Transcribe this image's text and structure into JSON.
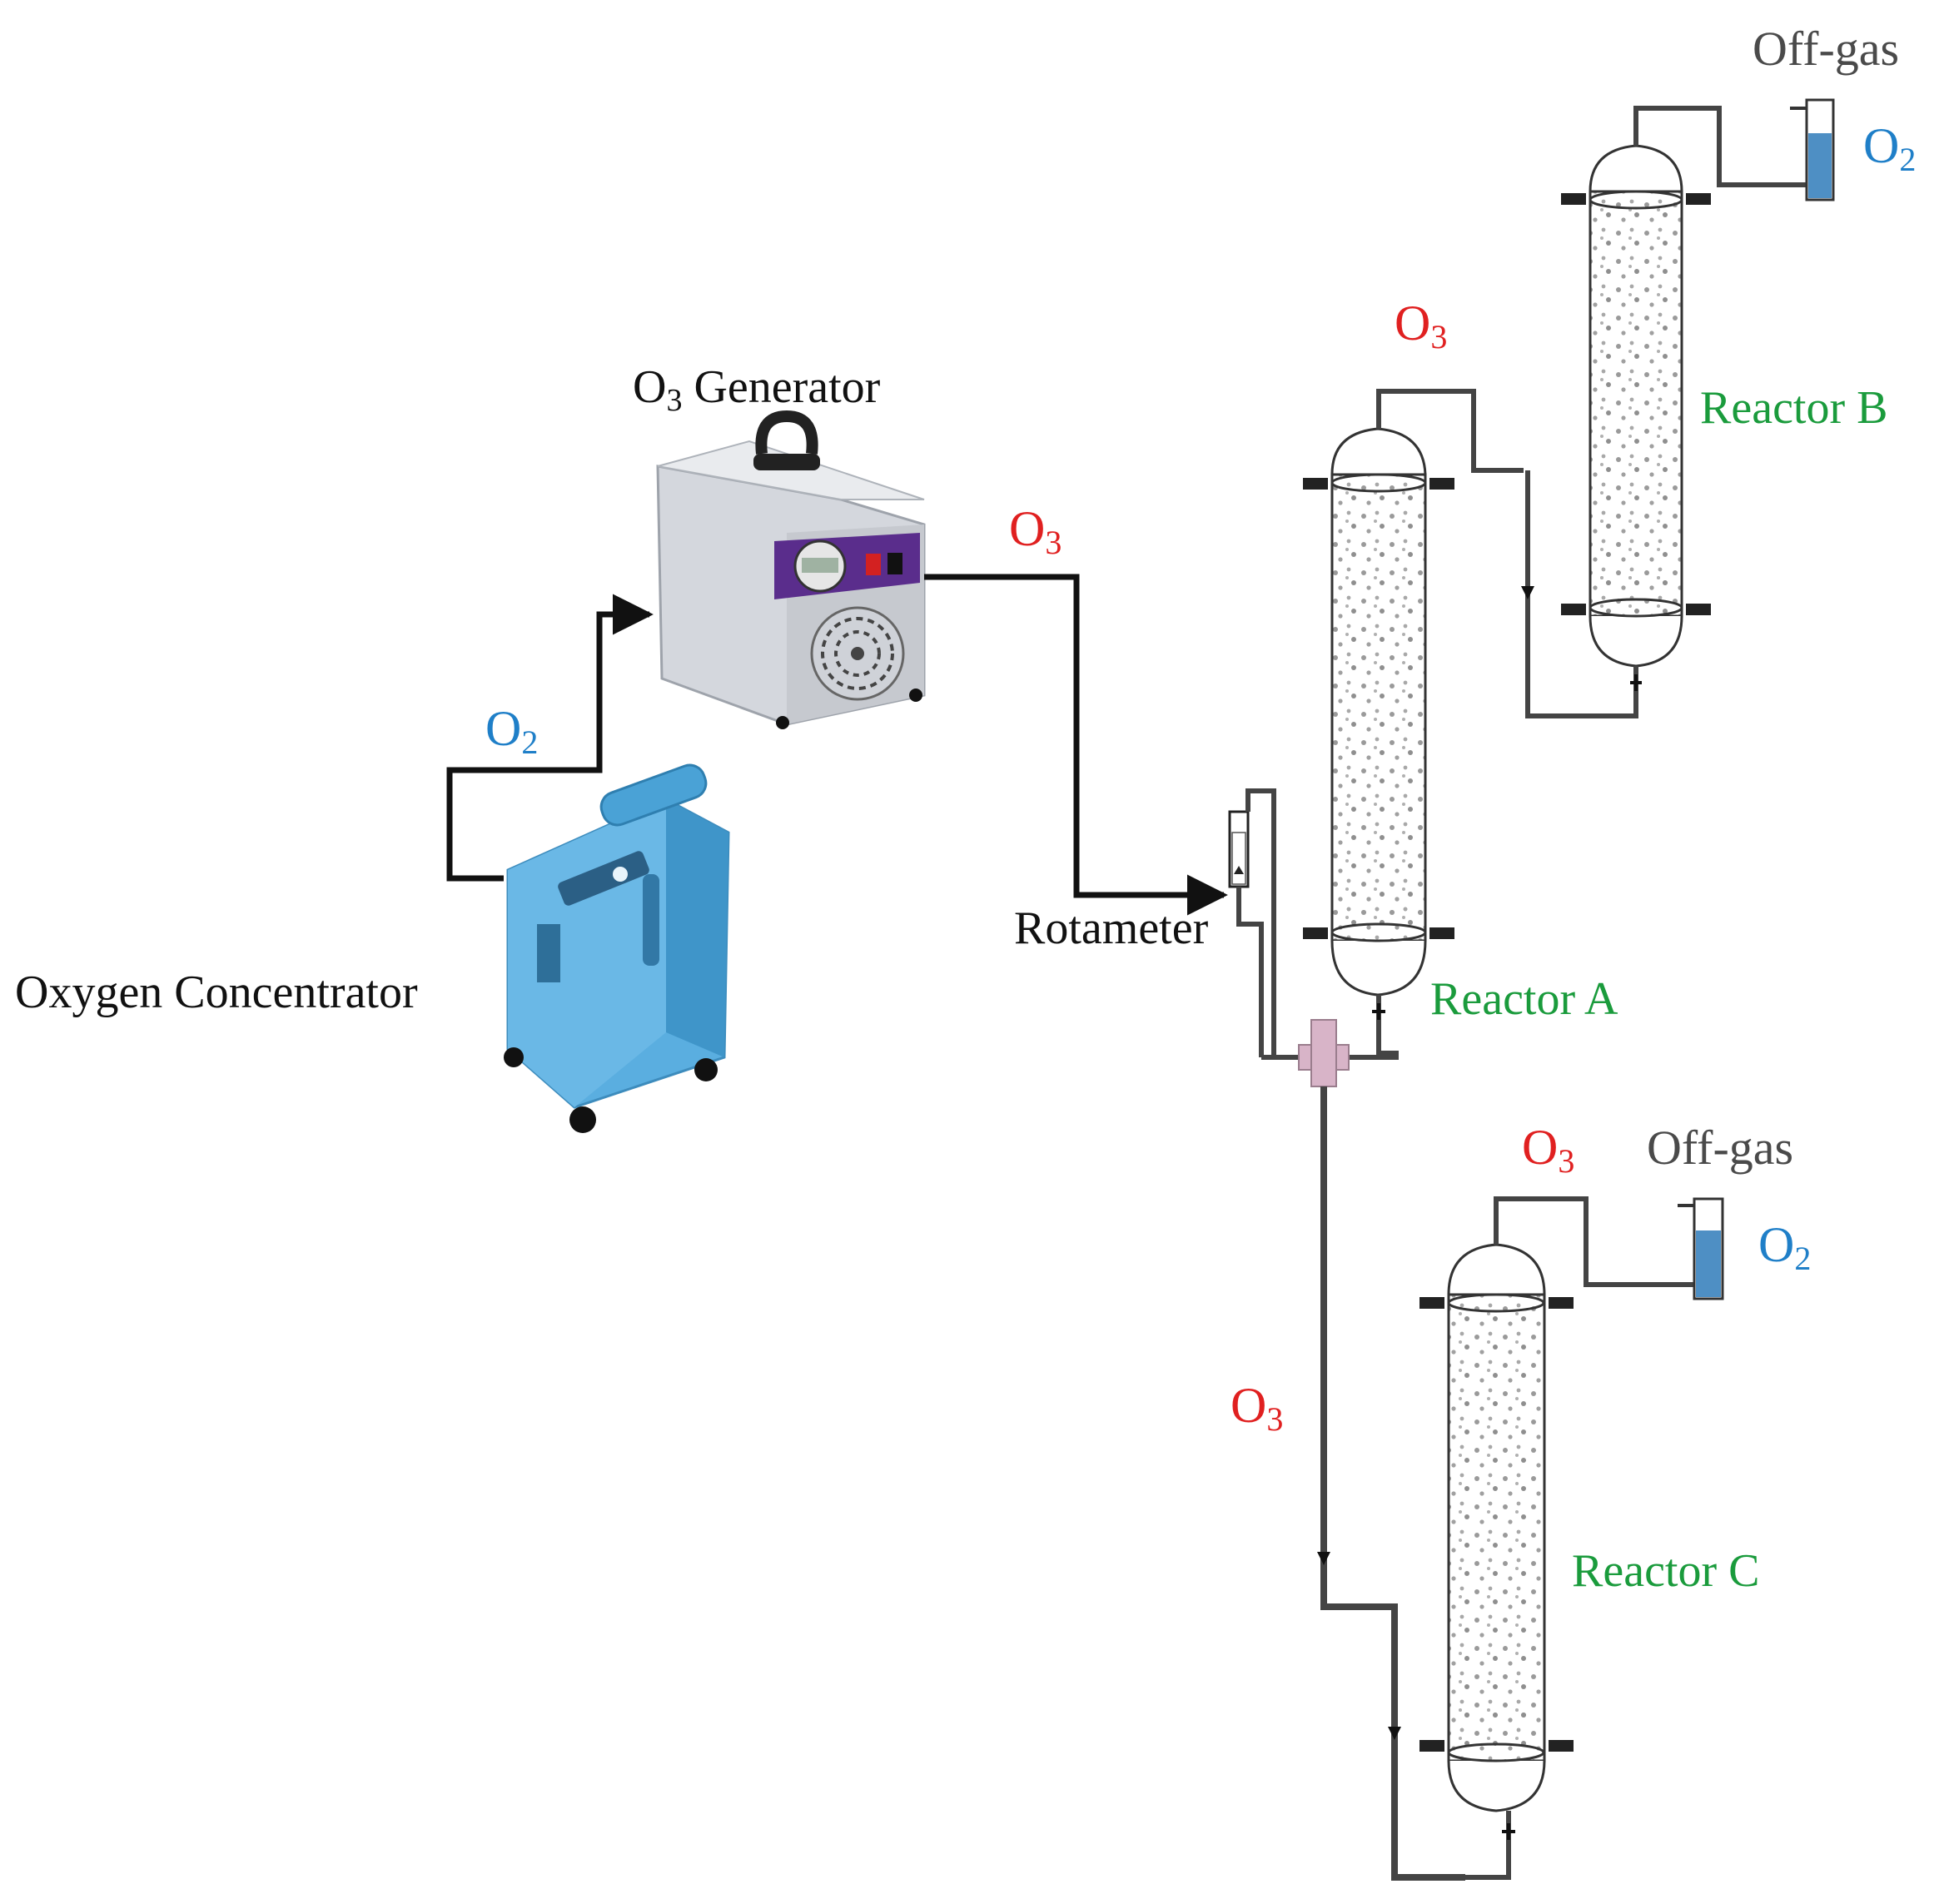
{
  "colors": {
    "oxygen": "#1f7fc8",
    "ozone": "#e02020",
    "reactor": "#1a9b3c",
    "offgas": "#4a4a4a",
    "concentrator_body": "#5aaee0",
    "generator_body": "#d4d7dd",
    "generator_panel": "#5a2d8c",
    "pipe": "#111111",
    "reactor_outline": "#333333"
  },
  "labels": {
    "o2_main": {
      "base": "O",
      "sub": "2"
    },
    "o3_generator": {
      "base": "O",
      "sub": "3",
      "rest": " Generator"
    },
    "o3_gen_out": {
      "base": "O",
      "sub": "3"
    },
    "oxygen_concentrator": "Oxygen Concentrator",
    "rotameter": "Rotameter",
    "reactor_a": "Reactor A",
    "reactor_b": "Reactor B",
    "reactor_c": "Reactor C",
    "o3_a_to_b": {
      "base": "O",
      "sub": "3"
    },
    "o3_to_c_down": {
      "base": "O",
      "sub": "3"
    },
    "o3_c_top": {
      "base": "O",
      "sub": "3"
    },
    "offgas_b": "Off-gas",
    "offgas_c": "Off-gas",
    "o2_b": {
      "base": "O",
      "sub": "2"
    },
    "o2_c": {
      "base": "O",
      "sub": "2"
    }
  },
  "icons": {
    "concentrator": "oxygen-concentrator-icon",
    "generator": "ozone-generator-icon",
    "rotameter": "rotameter-icon",
    "reactor": "bubble-column-reactor-icon",
    "trap": "offgas-trap-icon",
    "valve": "valve-icon"
  }
}
